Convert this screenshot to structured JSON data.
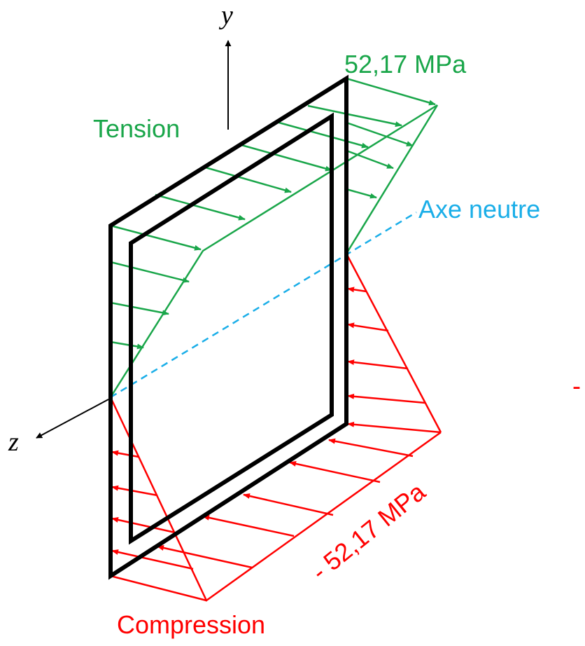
{
  "labels": {
    "y_axis": "y",
    "z_axis": "z",
    "tension": "Tension",
    "max_stress": "52,17 MPa",
    "neutral_axis": "Axe neutre",
    "min_stress": "- 52,17 MPa",
    "compression": "Compression",
    "edge_mark": "-"
  },
  "colors": {
    "section": "#000000",
    "tension": "#1aa64a",
    "compression": "#ff0000",
    "neutral_axis": "#1aaee8",
    "axis": "#000000"
  },
  "stress": {
    "max_mpa": 52.17,
    "min_mpa": -52.17,
    "unit": "MPa"
  }
}
